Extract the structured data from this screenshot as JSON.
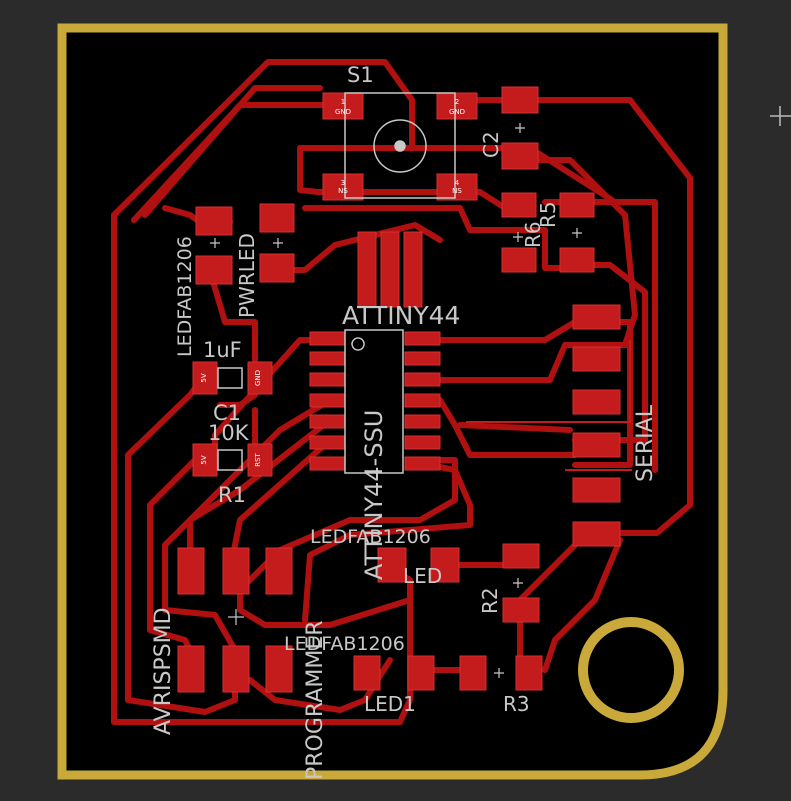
{
  "board": {
    "colors": {
      "background": "#2b2b2b",
      "board": "#000000",
      "outline": "#c9a93a",
      "trace": "#b01010",
      "pad": "#c41c1c",
      "silk": "#c8c8c8"
    }
  },
  "labels": {
    "s1": "S1",
    "c2": "C2",
    "r5": "R5",
    "r6": "R6",
    "ledfab_top": "LEDFAB1206",
    "pwrled": "PWRLED",
    "cap_value": "1uF",
    "c1": "C1",
    "r1_value": "10K",
    "r1": "R1",
    "mcu_name": "ATTINY44",
    "mcu_package": "ATTINY44-SSU",
    "serial": "SERIAL",
    "avrisp": "AVRISPSMD",
    "programmer": "PROGRAMMER",
    "ledfab_mid": "LEDFAB1206",
    "led": "LED",
    "r2": "R2",
    "ledfab_low": "LEDFAB1206",
    "led1": "LED1",
    "r3": "R3"
  },
  "pins": {
    "gnd": "GND",
    "ns": "NS",
    "v5": "5V",
    "rst": "RST",
    "n1": "1",
    "n2": "2",
    "n3": "3",
    "n4": "4"
  }
}
